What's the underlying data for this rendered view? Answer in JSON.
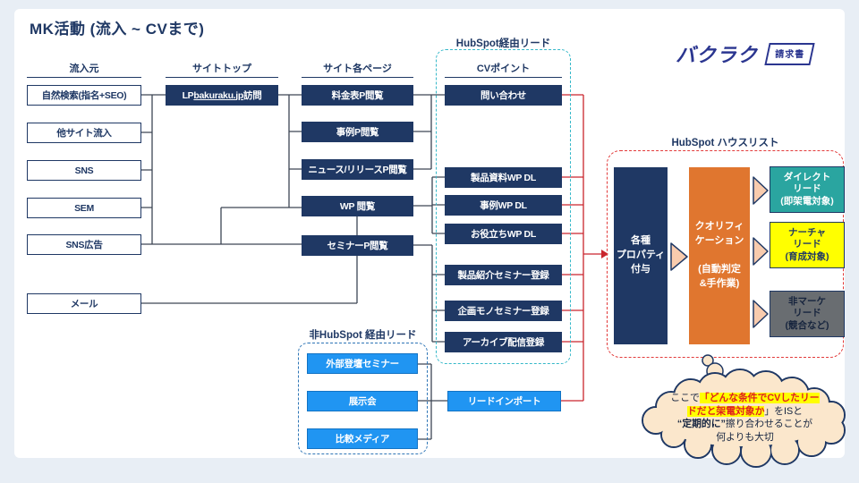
{
  "slide": {
    "title": "MK活動 (流入 ~ CVまで)",
    "logo": {
      "brand": "バクラク",
      "badge": "請求書"
    }
  },
  "columns": {
    "sources": {
      "header": "流入元",
      "items": [
        "自然検索(指名+SEO)",
        "他サイト流入",
        "SNS",
        "SEM",
        "SNS広告",
        "メール"
      ]
    },
    "site_top": {
      "header": "サイトトップ",
      "lp_prefix": "LP ",
      "lp_link": "bakuraku.jp",
      "lp_suffix": " 訪問"
    },
    "site_pages": {
      "header": "サイト各ページ",
      "items": [
        "料金表P閲覧",
        "事例P閲覧",
        "ニュース/リリースP閲覧",
        "WP 閲覧",
        "セミナーP閲覧"
      ]
    },
    "cv": {
      "group_title": "HubSpot経由リード",
      "header": "CVポイント",
      "items": [
        "問い合わせ",
        "製品資料WP DL",
        "事例WP DL",
        "お役立ちWP DL",
        "製品紹介セミナー登録",
        "企画モノセミナー登録",
        "アーカイブ配信登録"
      ]
    }
  },
  "non_hubspot": {
    "title": "非HubSpot 経由リード",
    "items": [
      "外部登壇セミナー",
      "展示会",
      "比較メディア"
    ],
    "import_label": "リードインポート"
  },
  "house_list": {
    "title": "HubSpot ハウスリスト",
    "property_box": "各種\nプロパティ\n付与",
    "qualification_box": "クオリフィ\nケーション\n\n(自動判定\n&手作業)",
    "outputs": [
      "ダイレクト\nリード\n(即架電対象)",
      "ナーチャ\nリード\n(育成対象)",
      "非マーケ\nリード\n(競合など)"
    ]
  },
  "bubble": {
    "l1a": "ここで",
    "l1b": "「どんな条件でCVしたリー",
    "l2a": "ドだと架電対象か",
    "l2b": "」をISと",
    "l3a": "“定期的に”",
    "l3b": "擦り合わせることが",
    "l4": "何よりも大切"
  },
  "colors": {
    "navy": "#1F3864",
    "bright_blue": "#2095F2",
    "teal_dashed_border": "#35B8C9",
    "blue_dashed_border": "#2E75B6",
    "red_line": "#C9252D",
    "red_dashed_border": "#E23B3B",
    "orange": "#E0762F",
    "teal_box": "#2AA5A0",
    "yellow": "#FFFF00",
    "gray": "#696D71",
    "arrow_peach": "#F8CBAD",
    "cloud_fill": "#FBE7CC",
    "highlight_yellow": "#FFFF00",
    "highlight_red": "#E02020"
  }
}
